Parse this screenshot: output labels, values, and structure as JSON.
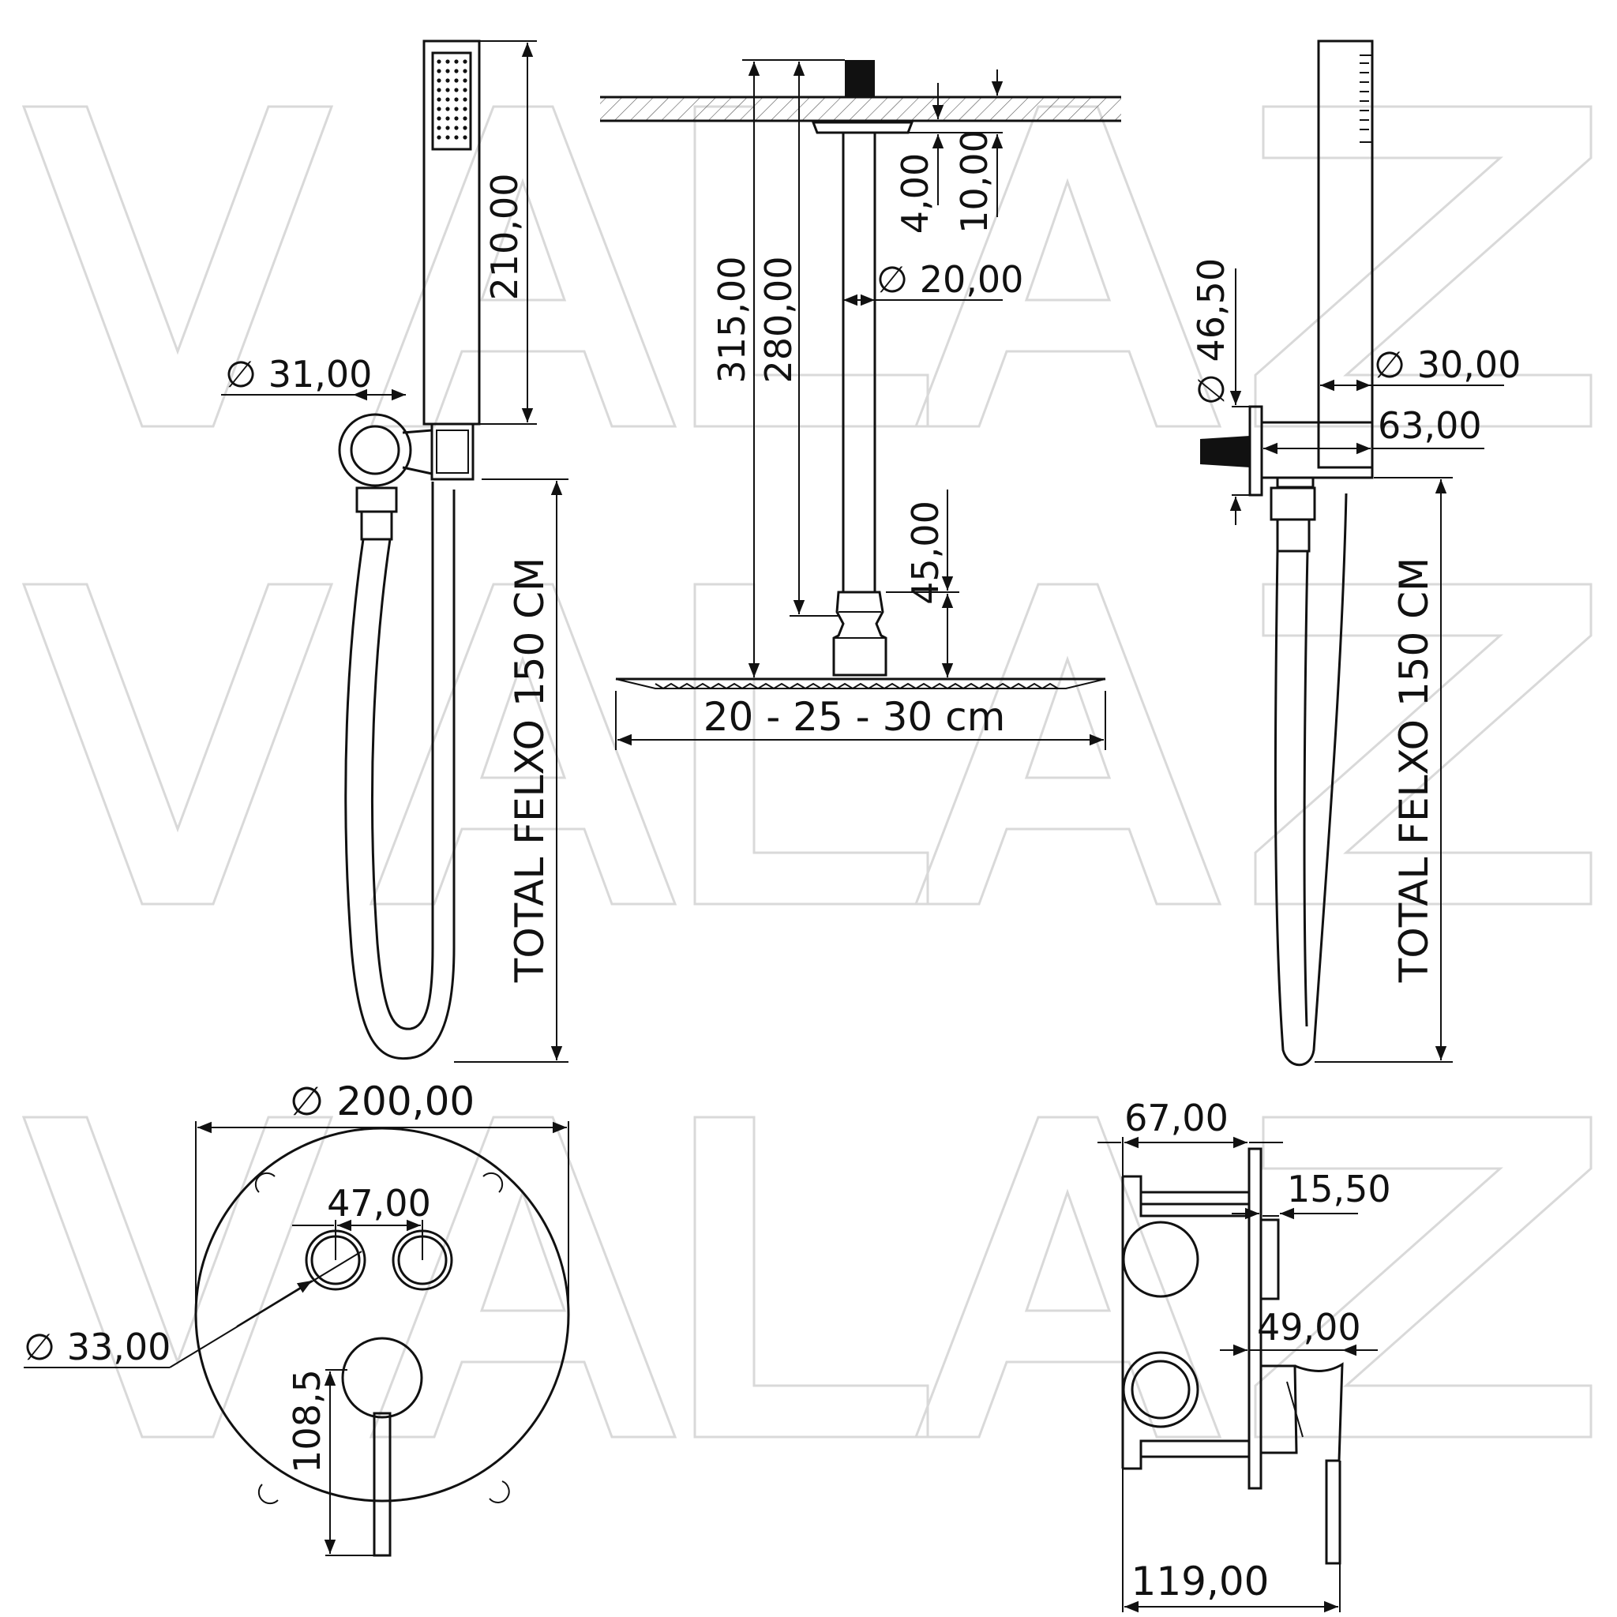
{
  "watermark": {
    "text": "VALAZ"
  },
  "hand_shower_front": {
    "handle_length": "210,00",
    "holder_diameter": "∅ 31,00",
    "hose_total": "TOTAL FELXO 150 CM"
  },
  "overhead_shower": {
    "total_height": "315,00",
    "arm_length": "280,00",
    "arm_diameter": "∅ 20,00",
    "ceiling_plate": "4,00",
    "ceiling_thread": "10,00",
    "connector_height": "45,00",
    "head_sizes": "20 - 25 - 30 cm"
  },
  "hand_shower_side": {
    "outlet_diameter": "∅ 46,50",
    "handle_diameter": "∅ 30,00",
    "outlet_depth": "63,00",
    "hose_total": "TOTAL FELXO 150 CM"
  },
  "mixer_front": {
    "plate_diameter": "∅ 200,00",
    "button_spacing": "47,00",
    "button_diameter": "∅ 33,00",
    "lever_length": "108,5"
  },
  "mixer_side": {
    "body_depth": "67,00",
    "button_projection": "15,50",
    "lever_projection": "49,00",
    "total_depth": "119,00"
  }
}
